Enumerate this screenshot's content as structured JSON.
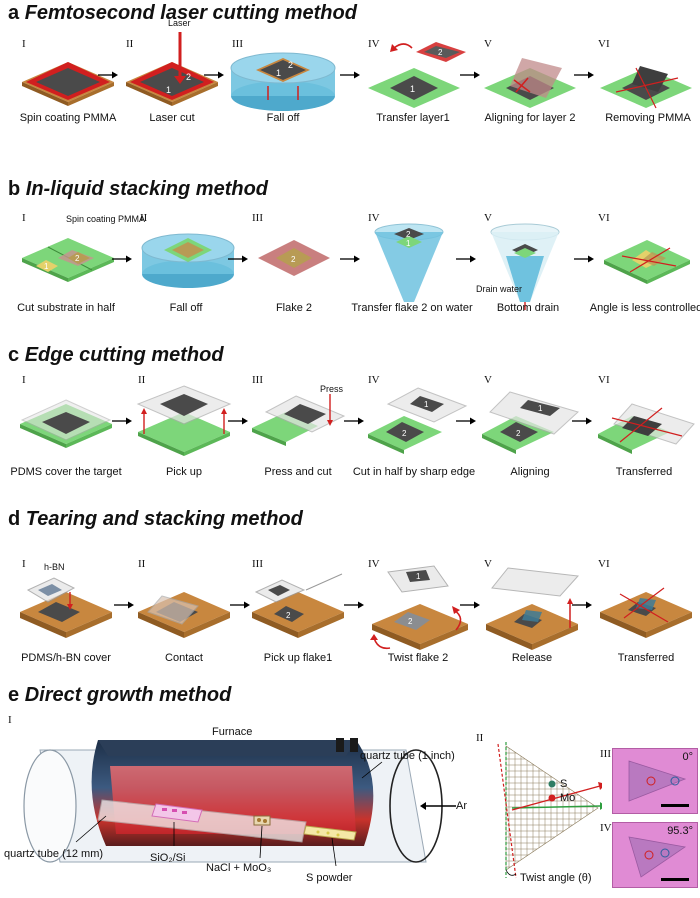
{
  "sections": [
    {
      "letter": "a",
      "title": "Femtosecond laser cutting method",
      "steps": [
        {
          "roman": "I",
          "caption": "Spin coating PMMA"
        },
        {
          "roman": "II",
          "caption": "Laser cut"
        },
        {
          "roman": "III",
          "caption": "Fall off"
        },
        {
          "roman": "IV",
          "caption": "Transfer layer1"
        },
        {
          "roman": "V",
          "caption": "Aligning for layer 2"
        },
        {
          "roman": "VI",
          "caption": "Removing PMMA"
        }
      ],
      "annotations": {
        "laser": "Laser"
      }
    },
    {
      "letter": "b",
      "title": "In-liquid stacking method",
      "steps": [
        {
          "roman": "I",
          "caption": "Cut substrate in half"
        },
        {
          "roman": "II",
          "caption": "Fall off"
        },
        {
          "roman": "III",
          "caption": "Flake 2"
        },
        {
          "roman": "IV",
          "caption": "Transfer flake 2 on water"
        },
        {
          "roman": "V",
          "caption": "Bottom drain"
        },
        {
          "roman": "VI",
          "caption": "Angle is less controlled"
        }
      ],
      "annotations": {
        "spin": "Spin coating PMMA",
        "drain": "Drain water"
      }
    },
    {
      "letter": "c",
      "title": "Edge cutting method",
      "steps": [
        {
          "roman": "I",
          "caption": "PDMS cover the target"
        },
        {
          "roman": "II",
          "caption": "Pick up"
        },
        {
          "roman": "III",
          "caption": "Press and cut"
        },
        {
          "roman": "IV",
          "caption": "Cut in half by sharp edge"
        },
        {
          "roman": "V",
          "caption": "Aligning"
        },
        {
          "roman": "VI",
          "caption": "Transferred"
        }
      ],
      "annotations": {
        "press": "Press"
      }
    },
    {
      "letter": "d",
      "title": "Tearing and stacking method",
      "steps": [
        {
          "roman": "I",
          "caption": "PDMS/h-BN cover"
        },
        {
          "roman": "II",
          "caption": "Contact"
        },
        {
          "roman": "III",
          "caption": "Pick up flake1"
        },
        {
          "roman": "IV",
          "caption": "Twist flake 2"
        },
        {
          "roman": "V",
          "caption": "Release"
        },
        {
          "roman": "VI",
          "caption": "Transferred"
        }
      ],
      "annotations": {
        "hbn": "h-BN"
      }
    },
    {
      "letter": "e",
      "title": "Direct growth method",
      "steps": [
        {
          "roman": "I",
          "caption": ""
        },
        {
          "roman": "II",
          "caption": ""
        },
        {
          "roman": "III",
          "caption": ""
        },
        {
          "roman": "IV",
          "caption": ""
        }
      ],
      "annotations": {
        "furnace": "Furnace",
        "tube1": "quartz tube (1 inch)",
        "tube12": "quartz tube (12 mm)",
        "sio2": "SiO₂/Si",
        "nacl": "NaCl + MoO₃",
        "spowder": "S powder",
        "ar": "Ar",
        "s": "S",
        "mo": "Mo",
        "twist": "Twist angle (θ)",
        "angle0": "0°",
        "angle95": "95.3°"
      }
    }
  ],
  "colors": {
    "green": "#7dd67a",
    "red": "#d11f1f",
    "flake": "#4a4a4a",
    "water": "#6fc2df",
    "bronze": "#c8873f",
    "pink": "#e59ad8"
  }
}
